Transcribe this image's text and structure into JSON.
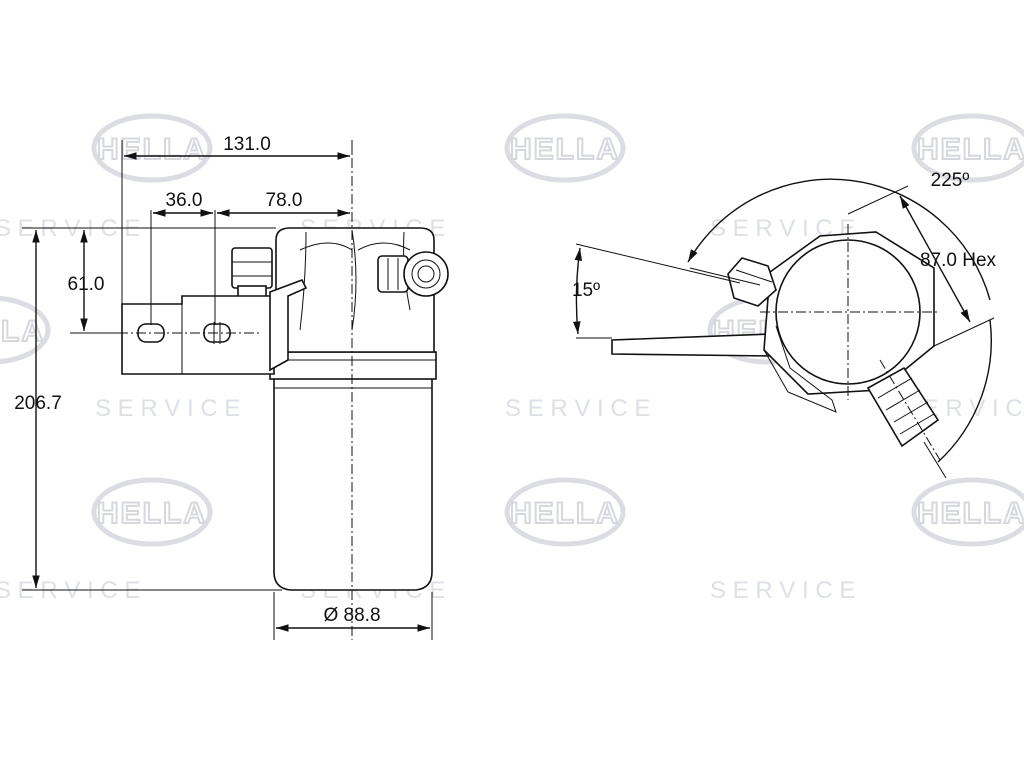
{
  "watermark": {
    "logo_text": "HELLA",
    "service_text": "S E R V I C E"
  },
  "side_view": {
    "dim_width_total": "131.0",
    "dim_bracket_slot": "36.0",
    "dim_bracket_offset": "78.0",
    "dim_bracket_height": "61.0",
    "dim_overall_height": "206.7",
    "dim_diameter": "Ø 88.8"
  },
  "top_view": {
    "dim_angle_outlet": "225º",
    "dim_hex": "87.0 Hex",
    "dim_angle_bracket": "15º"
  }
}
